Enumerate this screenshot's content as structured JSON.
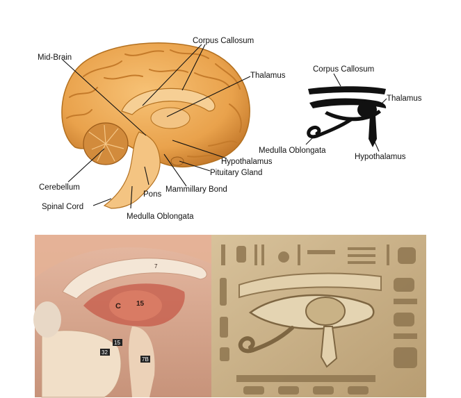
{
  "brain_labels": {
    "corpus_callosum": "Corpus Callosum",
    "mid_brain": "Mid-Brain",
    "thalamus": "Thalamus",
    "hypothalamus": "Hypothalamus",
    "pituitary_gland": "Pituitary Gland",
    "mammillary_bond": "Mammillary Bond",
    "pons": "Pons",
    "cerebellum": "Cerebellum",
    "spinal_cord": "Spinal Cord",
    "medulla_oblongata": "Medulla Oblongata"
  },
  "eye_labels": {
    "corpus_callosum": "Corpus Callosum",
    "thalamus": "Thalamus",
    "medulla_oblongata": "Medulla Oblongata",
    "hypothalamus": "Hypothalamus"
  },
  "photo_markers": {
    "m1": "C",
    "m2": "15",
    "m3": "7",
    "m4": "15",
    "m5": "32",
    "m6": "7B"
  },
  "colors": {
    "brain_fill": "#e9a24c",
    "brain_dark": "#c4782a",
    "photo_tissue": "#e8c9b4",
    "stone": "#cdb58c",
    "stone_dark": "#9c845c"
  }
}
